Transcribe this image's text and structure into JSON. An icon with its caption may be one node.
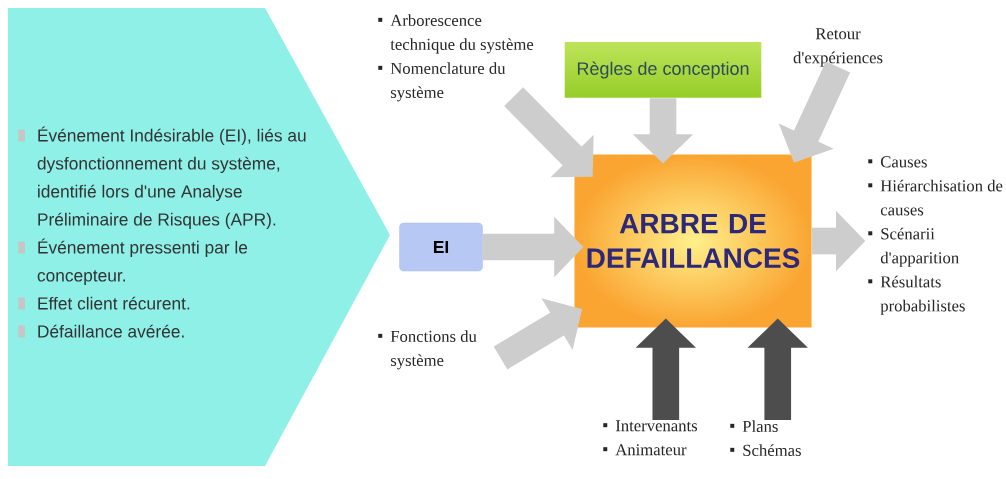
{
  "diagram": {
    "nodes": [
      {
        "text": [
          "Événement Indésirable (EI), liés au dysfonctionnement du système, identifié lors d'une Analyse Préliminaire de Risques (APR).",
          "Événement pressenti par le concepteur.",
          "Effet client récurent.",
          "Défaillance avérée."
        ]
      },
      {
        "text": [
          "EI"
        ]
      },
      {
        "text": [
          "Règles de conception"
        ]
      },
      {
        "text": [
          "ARBRE DE DEFAILLANCES"
        ]
      },
      {
        "text": [
          "Arborescence technique du système",
          "Nomenclature du système"
        ]
      },
      {
        "text": [
          "Retour d'expériences"
        ]
      },
      {
        "text": [
          "Fonctions du système"
        ]
      },
      {
        "text": [
          "Intervenants",
          "Animateur"
        ]
      },
      {
        "text": [
          "Plans",
          "Schémas"
        ]
      },
      {
        "text": [
          "Causes",
          "Hiérarchisation de causes",
          "Scénarii d'apparition",
          "Résultats probabilistes"
        ]
      }
    ],
    "edges": [
      {
        "from": 4,
        "to": 3,
        "arrow": "to"
      },
      {
        "from": 2,
        "to": 3,
        "arrow": "to"
      },
      {
        "from": 5,
        "to": 3,
        "arrow": "to"
      },
      {
        "from": 1,
        "to": 3,
        "arrow": "to"
      },
      {
        "from": 6,
        "to": 3,
        "arrow": "to"
      },
      {
        "from": 7,
        "to": 3,
        "arrow": "to",
        "color": "#4d4d4d"
      },
      {
        "from": 8,
        "to": 3,
        "arrow": "to",
        "color": "#4d4d4d"
      },
      {
        "from": 3,
        "to": 9,
        "arrow": "to"
      }
    ]
  }
}
